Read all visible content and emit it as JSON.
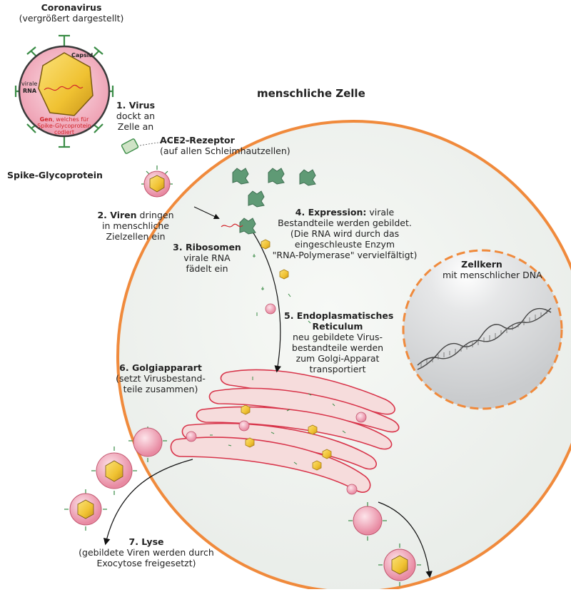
{
  "virus": {
    "title": "Coronavirus",
    "subtitle": "(vergrößert dargestellt)",
    "capsid": "Capsid",
    "rna_1": "virale",
    "rna_2": "RNA",
    "gene_1_bold": "Gen",
    "gene_1_rest": ", welches für",
    "gene_2": "Spike-Glycoprotein",
    "gene_3": "codiert",
    "spike": "Spike-Glycoprotein"
  },
  "cell": {
    "title": "menschliche Zelle",
    "nucleus_title": "Zellkern",
    "nucleus_sub": "mit menschlicher DNA"
  },
  "receptor": {
    "title": "ACE2-Rezeptor",
    "sub": "(auf allen Schleimhautzellen)"
  },
  "steps": {
    "s1_bold": "1. Virus",
    "s1_l2": "dockt an",
    "s1_l3": "Zelle an",
    "s2_bold": "2. Viren",
    "s2_rest": " dringen",
    "s2_l2": "in menschliche",
    "s2_l3": "Zielzellen ein",
    "s3_bold": "3. Ribosomen",
    "s3_l2": "virale RNA",
    "s3_l3": "fädelt ein",
    "s4_bold": "4. Expression:",
    "s4_rest": " virale",
    "s4_l2": "Bestandteile werden gebildet.",
    "s4_l3": "(Die RNA wird durch das",
    "s4_l4": "eingeschleuste Enzym",
    "s4_l5": "\"RNA-Polymerase\" vervielfältigt)",
    "s5_bold": "5. Endoplasmatisches",
    "s5_bold2": "Reticulum",
    "s5_l3": "neu gebildete Virus-",
    "s5_l4": "bestandteile werden",
    "s5_l5": "zum Golgi-Apparat",
    "s5_l6": "transportiert",
    "s6_bold": "6. Golgiapparart",
    "s6_l2": "(setzt Virusbestand-",
    "s6_l3": "teile zusammen)",
    "s7_bold": "7. Lyse",
    "s7_l2": "(gebildete Viren werden durch",
    "s7_l3": "Exocytose freigesetzt)"
  },
  "colors": {
    "cell_border": "#f08a3c",
    "cell_fill": "#eef1ee",
    "nucleus_fill": "#d2d4d6",
    "virus_envelope": "#f3b4c4",
    "capsid": "#f2c63c",
    "spike": "#3a8c46",
    "golgi": "#d8344a",
    "ribosome": "#5f9a75"
  }
}
